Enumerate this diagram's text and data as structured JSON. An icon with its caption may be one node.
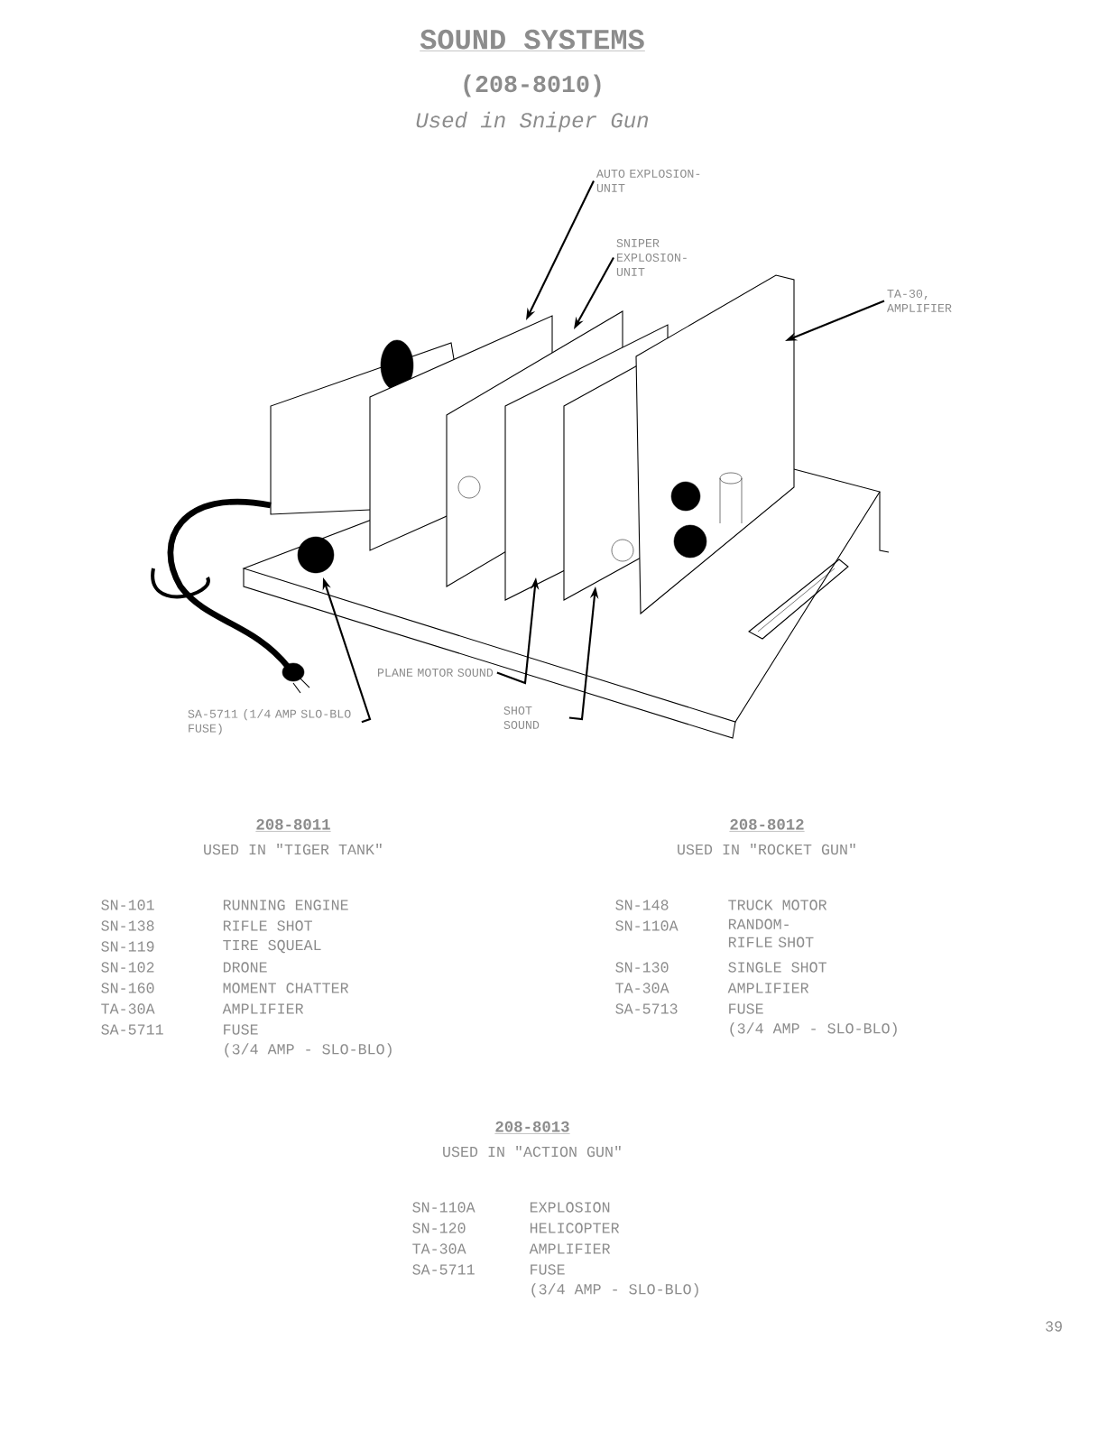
{
  "diagram": {
    "title": "SOUND SYSTEMS",
    "nodes": [
      {
        "text": [
          "AUTO EXPLOSION-UNIT"
        ]
      },
      {
        "text": [
          "SNIPER EXPLOSION- UNIT"
        ]
      },
      {
        "text": [
          "TA-30, AMPLIFIER"
        ]
      },
      {
        "text": [
          "SA-5711 (1/4 AMP SLO-BLO FUSE)"
        ]
      },
      {
        "text": [
          "PLANE MOTOR SOUND"
        ]
      },
      {
        "text": [
          "SHOT SOUND"
        ]
      }
    ],
    "edges": [
      {
        "from": 0,
        "to": null,
        "arrow": "to"
      },
      {
        "from": 1,
        "to": null,
        "arrow": "to"
      },
      {
        "from": 2,
        "to": null,
        "arrow": "to"
      },
      {
        "from": 3,
        "to": null,
        "arrow": "to"
      },
      {
        "from": 4,
        "to": null,
        "arrow": "to"
      },
      {
        "from": 5,
        "to": null,
        "arrow": "to"
      }
    ],
    "labels": [
      "(208-8010)",
      "Used in Sniper Gun",
      "208-8011",
      "USED IN \"TIGER TANK\"",
      "SN-101",
      "RUNNING ENGINE",
      "SN-138",
      "RIFLE SHOT",
      "SN-119",
      "TIRE SQUEAL",
      "SN-102",
      "DRONE",
      "SN-160",
      "MOMENT CHATTER",
      "TA-30A",
      "AMPLIFIER",
      "SA-5711",
      "FUSE",
      "(3/4 AMP - SLO-BLO)",
      "208-8012",
      "USED IN \"ROCKET GUN\"",
      "SN-148",
      "TRUCK MOTOR",
      "SN-110A",
      "RANDOM- RIFLE SHOT",
      "SN-130",
      "SINGLE SHOT",
      "TA-30A",
      "AMPLIFIER",
      "SA-5713",
      "FUSE",
      "(3/4 AMP - SLO-BLO)",
      "208-8013",
      "USED IN \"ACTION GUN\"",
      "SN-110A",
      "EXPLOSION",
      "SN-120",
      "HELICOPTER",
      "TA-30A",
      "AMPLIFIER",
      "SA-5711",
      "FUSE",
      "(3/4 AMP - SLO-BLO)",
      "39"
    ]
  }
}
